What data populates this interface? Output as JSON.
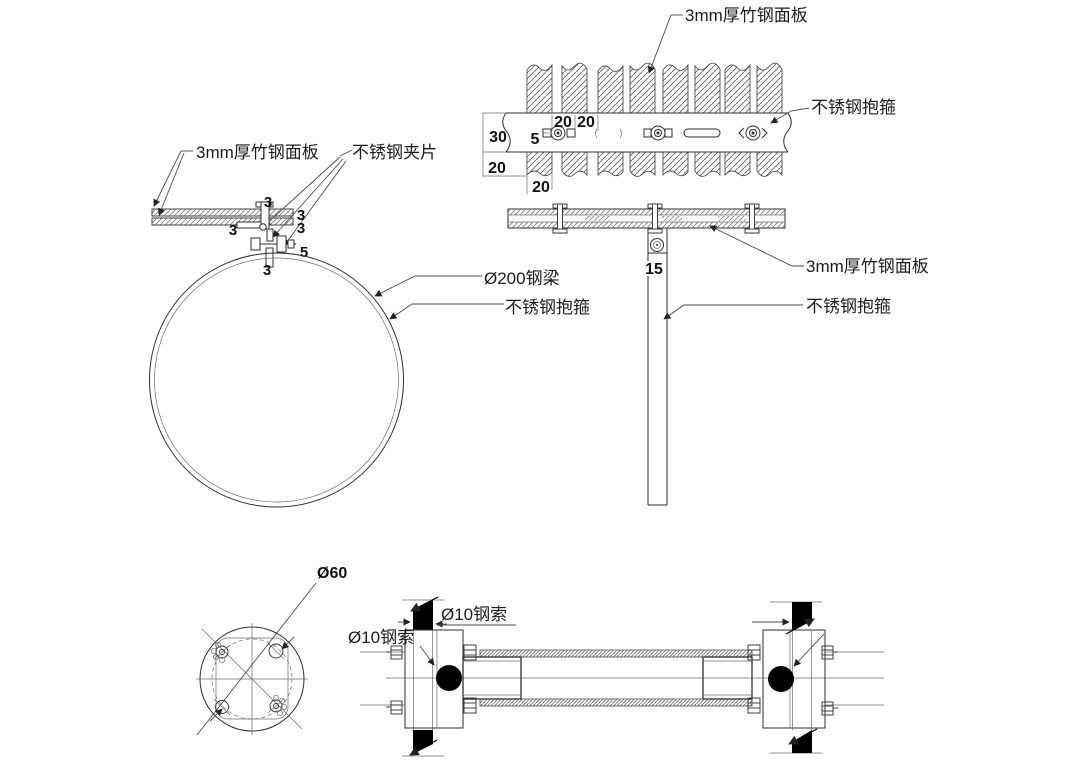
{
  "drawing": {
    "background": "#ffffff",
    "line_color": "#2e2e2e",
    "fill_black": "#000000"
  },
  "top_left_detail": {
    "label_panel": "3mm厚竹钢面板",
    "label_clip": "不锈钢夹片",
    "label_beam": "Ø200钢梁",
    "label_hoop": "不锈钢抱箍",
    "dim_3_top": "3",
    "dim_3_left": "3",
    "dim_3_right_upper": "3",
    "dim_3_right_lower": "3",
    "dim_5_clamp": "5",
    "dim_3_bottom": "3"
  },
  "top_right_detail": {
    "label_panel_plan": "3mm厚竹钢面板",
    "label_hoop_plan": "不锈钢抱箍",
    "label_panel_section": "3mm厚竹钢面板",
    "label_hoop_section": "不锈钢抱箍",
    "dim_20_a": "20",
    "dim_20_b": "20",
    "dim_5": "5",
    "dim_30": "30",
    "dim_20_left": "20",
    "dim_20_bottom": "20",
    "dim_15": "15"
  },
  "bottom_left_detail": {
    "dim_60": "Ø60"
  },
  "bottom_right_detail": {
    "label_cable_dim": "Ø10钢索",
    "label_cable_leader": "Ø10钢索"
  }
}
